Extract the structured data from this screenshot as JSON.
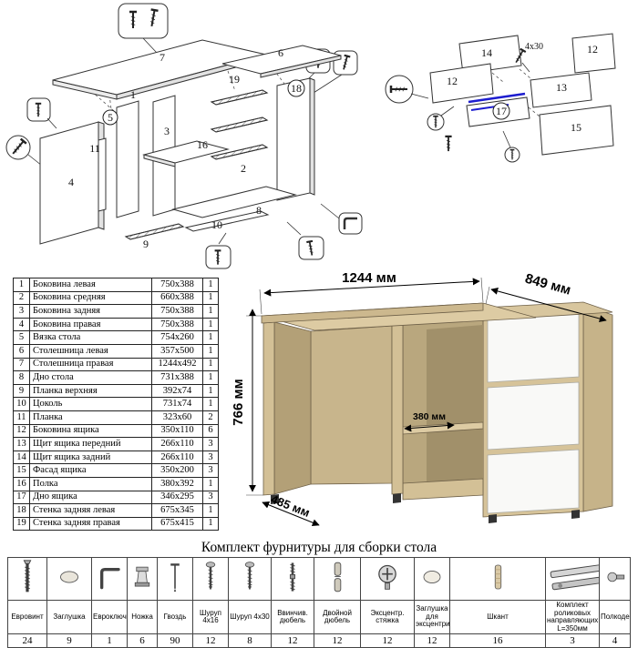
{
  "parts_table": {
    "rows": [
      {
        "num": "1",
        "name": "Боковина левая",
        "size": "750x388",
        "qty": "1"
      },
      {
        "num": "2",
        "name": "Боковина средняя",
        "size": "660x388",
        "qty": "1"
      },
      {
        "num": "3",
        "name": "Боковина задняя",
        "size": "750x388",
        "qty": "1"
      },
      {
        "num": "4",
        "name": "Боковина правая",
        "size": "750x388",
        "qty": "1"
      },
      {
        "num": "5",
        "name": "Вязка стола",
        "size": "754x260",
        "qty": "1"
      },
      {
        "num": "6",
        "name": "Столешница левая",
        "size": "357x500",
        "qty": "1"
      },
      {
        "num": "7",
        "name": "Столешница правая",
        "size": "1244x492",
        "qty": "1"
      },
      {
        "num": "8",
        "name": "Дно стола",
        "size": "731x388",
        "qty": "1"
      },
      {
        "num": "9",
        "name": "Планка верхняя",
        "size": "392x74",
        "qty": "1"
      },
      {
        "num": "10",
        "name": "Цоколь",
        "size": "731x74",
        "qty": "1"
      },
      {
        "num": "11",
        "name": "Планка",
        "size": "323x60",
        "qty": "2"
      },
      {
        "num": "12",
        "name": "Боковина ящика",
        "size": "350x110",
        "qty": "6"
      },
      {
        "num": "13",
        "name": "Щит ящика передний",
        "size": "266x110",
        "qty": "3"
      },
      {
        "num": "14",
        "name": "Щит ящика задний",
        "size": "266x110",
        "qty": "3"
      },
      {
        "num": "15",
        "name": "Фасад ящика",
        "size": "350x200",
        "qty": "3"
      },
      {
        "num": "16",
        "name": "Полка",
        "size": "380x392",
        "qty": "1"
      },
      {
        "num": "17",
        "name": "Дно ящика",
        "size": "346x295",
        "qty": "3"
      },
      {
        "num": "18",
        "name": "Стенка задняя левая",
        "size": "675x345",
        "qty": "1"
      },
      {
        "num": "19",
        "name": "Стенка задняя правая",
        "size": "675x415",
        "qty": "1"
      }
    ]
  },
  "dimensions": {
    "width": "1244 мм",
    "depth": "849 мм",
    "height": "766 мм",
    "shelf_depth": "380 мм",
    "side_depth": "485 мм"
  },
  "diagram_left": {
    "callouts": [
      "7",
      "6",
      "19",
      "18",
      "5",
      "3",
      "16",
      "2",
      "8",
      "10",
      "9",
      "11",
      "4",
      "1"
    ]
  },
  "diagram_right": {
    "callouts": [
      "14",
      "12",
      "12",
      "13",
      "17",
      "15"
    ],
    "screw_label": "4x30"
  },
  "hardware": {
    "title": "Комплект фурнитуры для сборки стола",
    "items": [
      {
        "label": "Евровинт",
        "qty": "24",
        "icon": "confirmat-screw"
      },
      {
        "label": "Заглушка",
        "qty": "9",
        "icon": "cap"
      },
      {
        "label": "Евроключ",
        "qty": "1",
        "icon": "hex-key"
      },
      {
        "label": "Ножка",
        "qty": "6",
        "icon": "leg"
      },
      {
        "label": "Гвоздь",
        "qty": "90",
        "icon": "nail"
      },
      {
        "label": "Шуруп 4x16",
        "qty": "12",
        "icon": "screw"
      },
      {
        "label": "Шуруп 4x30",
        "qty": "8",
        "icon": "screw"
      },
      {
        "label": "Ввинчив. дюбель",
        "qty": "12",
        "icon": "dowel-screw"
      },
      {
        "label": "Двойной дюбель",
        "qty": "12",
        "icon": "double-dowel"
      },
      {
        "label": "Эксцентр. стяжка",
        "qty": "12",
        "icon": "cam-lock"
      },
      {
        "label": "Заглушка для эксцентрика",
        "qty": "12",
        "icon": "cam-cap"
      },
      {
        "label": "Шкант",
        "qty": "16",
        "icon": "wood-dowel"
      },
      {
        "label": "Комплект роликовых направляющих L=350мм",
        "qty": "3",
        "icon": "drawer-slides"
      },
      {
        "label": "Полкодержатель",
        "qty": "4",
        "icon": "shelf-pin"
      }
    ]
  },
  "colors": {
    "oak_top": "#ddcba3",
    "oak_side": "#d3c096",
    "interior": "#b9a77e",
    "drawer_white": "#f9f9f7",
    "slide_highlight": "#1d1dcf"
  }
}
